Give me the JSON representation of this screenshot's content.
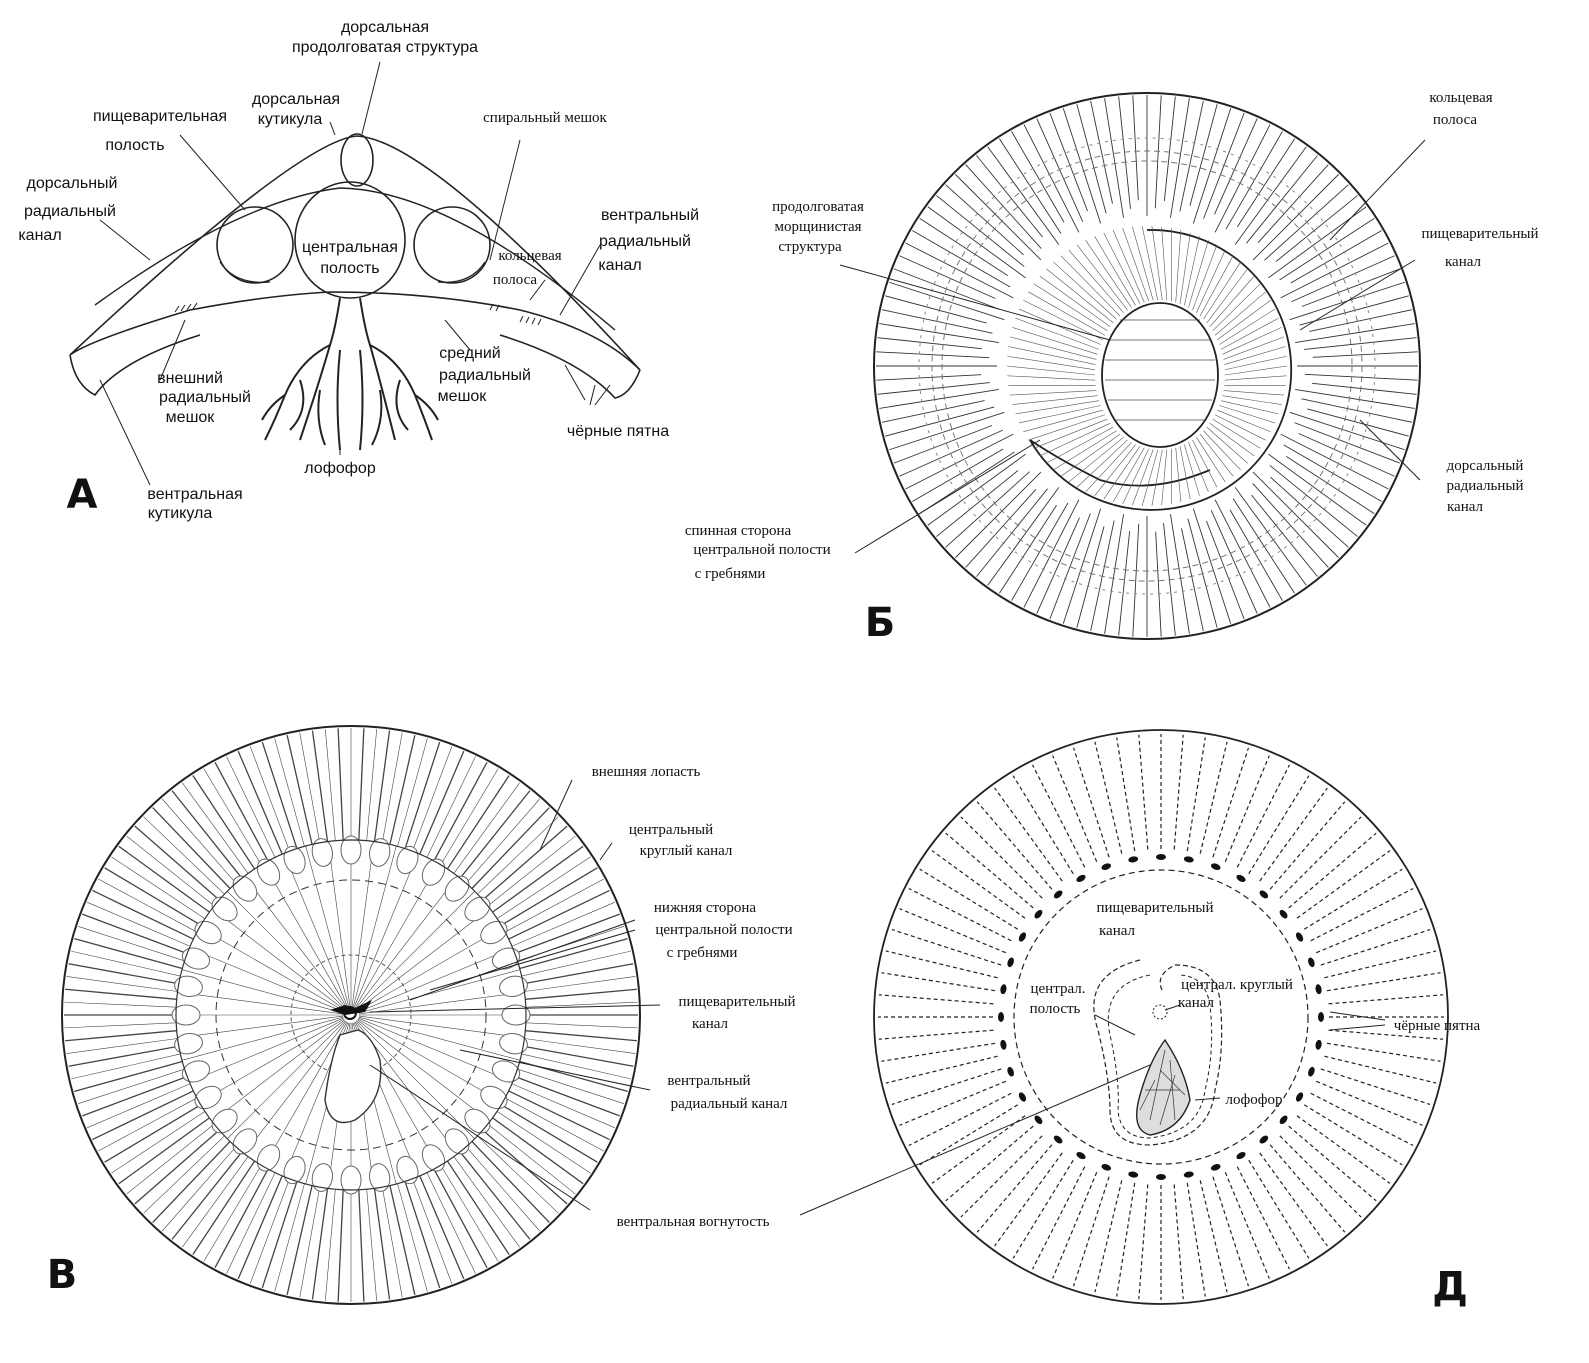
{
  "panels": {
    "a": {
      "letter": "А",
      "labels": {
        "dorsal_oblong": [
          "дорсальная",
          "продолговатая структура"
        ],
        "digestive_cavity": [
          "пищеварительная",
          "полость"
        ],
        "dorsal_cuticle": [
          "дорсальная",
          "кутикула"
        ],
        "spiral_sac": [
          "спиральный мешок"
        ],
        "dorsal_radial_canal": [
          "дорсальный",
          "радиальный",
          "канал"
        ],
        "central_cavity": [
          "центральная",
          "полость"
        ],
        "ventral_radial_canal": [
          "вентральный",
          "радиальный",
          "канал"
        ],
        "ring_band": [
          "кольцевая",
          "полоса"
        ],
        "outer_radial_sac": [
          "внешний",
          "радиальный",
          "мешок"
        ],
        "middle_radial_sac": [
          "средний",
          "радиальный",
          "мешок"
        ],
        "black_spots": [
          "чёрные пятна"
        ],
        "lophophore": [
          "лофофор"
        ],
        "ventral_cuticle": [
          "вентральная",
          "кутикула"
        ]
      }
    },
    "b": {
      "letter": "Б",
      "labels": {
        "ring_band": [
          "кольцевая",
          "полоса"
        ],
        "oblong_wrinkled": [
          "продолговатая",
          "морщинистая",
          "структура"
        ],
        "digestive_canal": [
          "пищеварительный",
          "канал"
        ],
        "dorsal_radial_canal": [
          "дорсальный",
          "радиальный",
          "канал"
        ],
        "dorsal_side": [
          "спинная сторона",
          "центральной полости",
          "с гребнями"
        ]
      }
    },
    "v": {
      "letter": "В",
      "labels": {
        "outer_lobe": [
          "внешняя лопасть"
        ],
        "central_round_canal": [
          "центральный",
          "круглый канал"
        ],
        "lower_side": [
          "нижняя сторона",
          "центральной полости",
          "с гребнями"
        ],
        "digestive_canal": [
          "пищеварительный",
          "канал"
        ],
        "ventral_radial_canal": [
          "вентральный",
          "радиальный канал"
        ],
        "ventral_concavity": [
          "вентральная вогнутость"
        ]
      }
    },
    "d": {
      "letter": "Д",
      "labels": {
        "digestive_canal": [
          "пищеварительный",
          "канал"
        ],
        "central_cavity": [
          "централ.",
          "полость"
        ],
        "central_round_canal": [
          "централ. круглый",
          "канал"
        ],
        "black_spots": [
          "чёрные пятна"
        ],
        "lophophore": [
          "лофофор"
        ]
      }
    }
  }
}
